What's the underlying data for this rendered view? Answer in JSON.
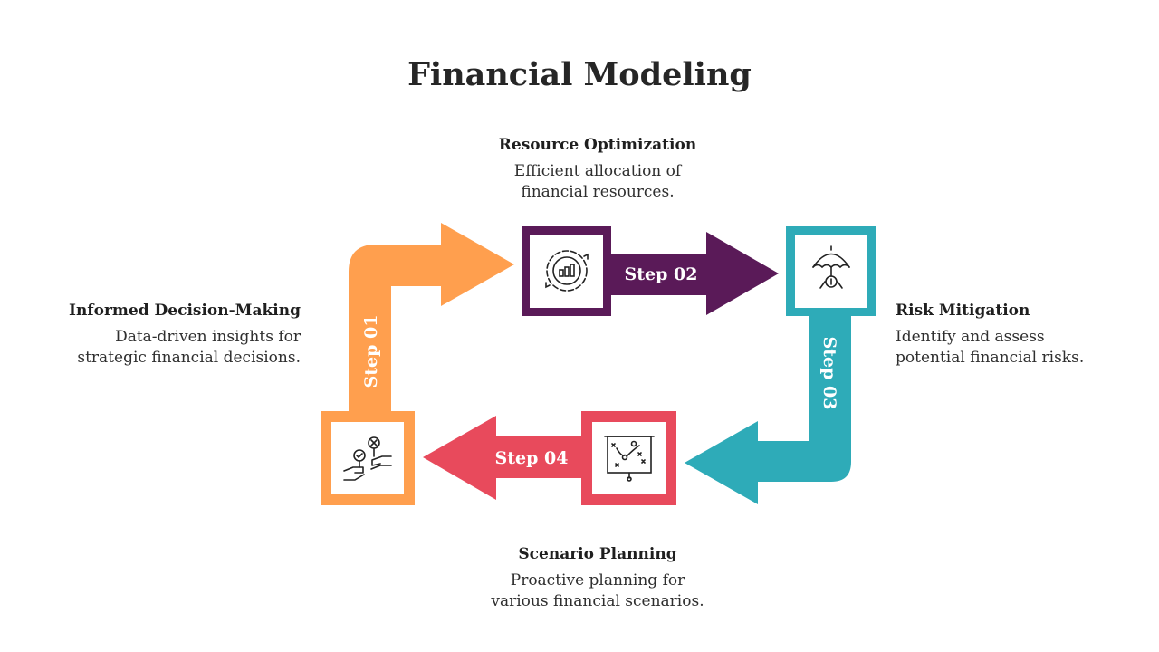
{
  "title": "Financial Modeling",
  "steps": [
    {
      "label": "Step 01",
      "heading": "Informed Decision-Making",
      "description": "Data-driven insights for\nstrategic financial decisions.",
      "color": "#FF9F4E",
      "icon": "decision-hands-icon"
    },
    {
      "label": "Step 02",
      "heading": "Resource Optimization",
      "description": "Efficient allocation of\nfinancial resources.",
      "color": "#5A1A58",
      "icon": "gear-chart-icon"
    },
    {
      "label": "Step 03",
      "heading": "Risk Mitigation",
      "description": "Identify and assess\npotential financial risks.",
      "color": "#2EABB8",
      "icon": "umbrella-money-icon"
    },
    {
      "label": "Step 04",
      "heading": "Scenario Planning",
      "description": "Proactive planning for\nvarious financial scenarios.",
      "color": "#E84A5C",
      "icon": "strategy-board-icon"
    }
  ]
}
